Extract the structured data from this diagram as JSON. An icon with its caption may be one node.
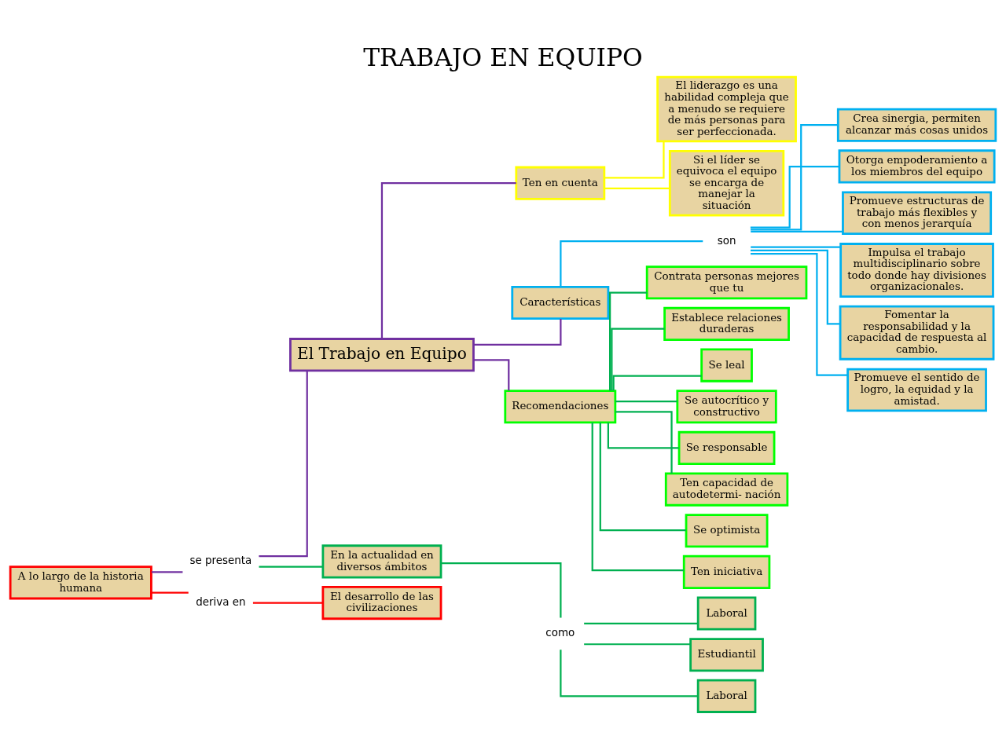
{
  "diagram": {
    "title": "TRABAJO EN EQUIPO",
    "nodes": [
      {
        "text": [
          "A lo largo de la historia humana"
        ]
      },
      {
        "text": [
          "se presenta"
        ]
      },
      {
        "text": [
          "El Trabajo en Equipo"
        ]
      },
      {
        "text": [
          "deriva en"
        ]
      },
      {
        "text": [
          "El desarrollo de las civilizaciones"
        ]
      },
      {
        "text": [
          "En la actualidad en diversos ámbitos"
        ]
      },
      {
        "text": [
          "como"
        ]
      },
      {
        "text": [
          "Laboral"
        ]
      },
      {
        "text": [
          "Estudiantil"
        ]
      },
      {
        "text": [
          "Laboral"
        ]
      },
      {
        "text": [
          "Ten en cuenta"
        ]
      },
      {
        "text": [
          "El liderazgo es una habilidad compleja que a menudo se requiere de más personas para ser perfeccionada."
        ]
      },
      {
        "text": [
          "Si el líder se equivoca el equipo se encarga de manejar la situación"
        ]
      },
      {
        "text": [
          "Características"
        ]
      },
      {
        "text": [
          "son"
        ]
      },
      {
        "text": [
          "Crea sinergia, permiten alcanzar más cosas unidos"
        ]
      },
      {
        "text": [
          "Otorga empoderamiento a los miembros del equipo"
        ]
      },
      {
        "text": [
          "Promueve estructuras de trabajo más flexibles y con menos jerarquía"
        ]
      },
      {
        "text": [
          "Impulsa el trabajo multidisciplinario sobre todo donde hay divisiones organizacionales."
        ]
      },
      {
        "text": [
          "Fomentar la responsabilidad y la capacidad de respuesta al cambio."
        ]
      },
      {
        "text": [
          "Promueve el sentido de logro, la equidad y la amistad."
        ]
      },
      {
        "text": [
          "Recomendaciones"
        ]
      },
      {
        "text": [
          "Contrata personas mejores que tu"
        ]
      },
      {
        "text": [
          "Establece relaciones duraderas"
        ]
      },
      {
        "text": [
          "Se leal"
        ]
      },
      {
        "text": [
          "Se autocrítico y constructivo"
        ]
      },
      {
        "text": [
          "Se responsable"
        ]
      },
      {
        "text": [
          "Ten capacidad de autodetermi- nación"
        ]
      },
      {
        "text": [
          "Se optimista"
        ]
      },
      {
        "text": [
          "Ten iniciativa"
        ]
      }
    ],
    "edges": [
      {
        "from": 0,
        "to": 1,
        "arrow": "none",
        "color": "#7030a0"
      },
      {
        "from": 1,
        "to": 2,
        "arrow": "none",
        "color": "#7030a0"
      },
      {
        "from": 0,
        "to": 3,
        "arrow": "none",
        "color": "#ff0000"
      },
      {
        "from": 3,
        "to": 4,
        "arrow": "none",
        "color": "#ff0000"
      },
      {
        "from": 1,
        "to": 5,
        "arrow": "none"
      },
      {
        "from": 5,
        "to": 6,
        "arrow": "none"
      },
      {
        "from": 6,
        "to": 7,
        "arrow": "none"
      },
      {
        "from": 6,
        "to": 8,
        "arrow": "none"
      },
      {
        "from": 6,
        "to": 9,
        "arrow": "none"
      },
      {
        "from": 2,
        "to": 10,
        "arrow": "none",
        "color": "#7030a0"
      },
      {
        "from": 2,
        "to": 13,
        "arrow": "none",
        "color": "#7030a0"
      },
      {
        "from": 2,
        "to": 21,
        "arrow": "none",
        "color": "#7030a0"
      },
      {
        "from": 10,
        "to": 11,
        "arrow": "none",
        "color": "#ffff00"
      },
      {
        "from": 10,
        "to": 12,
        "arrow": "none",
        "color": "#ffff00"
      },
      {
        "from": 13,
        "to": 14,
        "arrow": "none",
        "color": "#00b0f0"
      },
      {
        "from": 14,
        "to": 15,
        "arrow": "none",
        "color": "#00b0f0"
      },
      {
        "from": 14,
        "to": 16,
        "arrow": "none",
        "color": "#00b0f0"
      },
      {
        "from": 14,
        "to": 17,
        "arrow": "none",
        "color": "#00b0f0"
      },
      {
        "from": 14,
        "to": 18,
        "arrow": "none",
        "color": "#00b0f0"
      },
      {
        "from": 14,
        "to": 19,
        "arrow": "none",
        "color": "#00b0f0"
      },
      {
        "from": 14,
        "to": 20,
        "arrow": "none",
        "color": "#00b0f0"
      },
      {
        "from": 21,
        "to": 22,
        "arrow": "none"
      },
      {
        "from": 21,
        "to": 23,
        "arrow": "none"
      },
      {
        "from": 21,
        "to": 24,
        "arrow": "none"
      },
      {
        "from": 21,
        "to": 25,
        "arrow": "none"
      },
      {
        "from": 21,
        "to": 26,
        "arrow": "none"
      },
      {
        "from": 21,
        "to": 27,
        "arrow": "none"
      },
      {
        "from": 21,
        "to": 28,
        "arrow": "none"
      },
      {
        "from": 21,
        "to": 29,
        "arrow": "none"
      }
    ]
  }
}
